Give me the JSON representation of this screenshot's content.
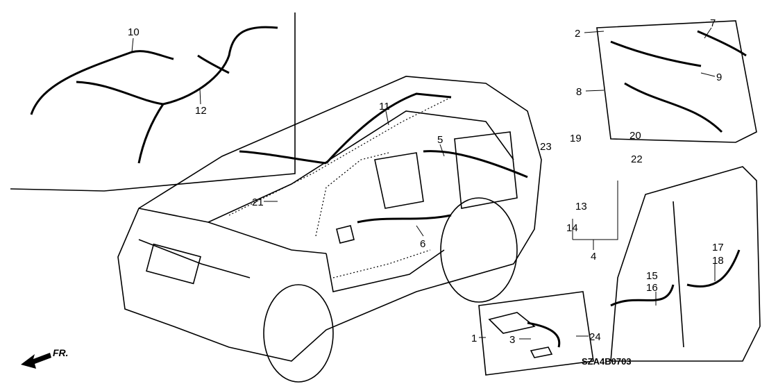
{
  "diagram": {
    "code": "SZA4B0703",
    "direction_label": "FR.",
    "part_labels": [
      {
        "id": "10",
        "text": "10"
      },
      {
        "id": "12",
        "text": "12"
      },
      {
        "id": "11",
        "text": "11"
      },
      {
        "id": "5",
        "text": "5"
      },
      {
        "id": "21",
        "text": "21"
      },
      {
        "id": "6",
        "text": "6"
      },
      {
        "id": "2",
        "text": "2"
      },
      {
        "id": "7",
        "text": "7"
      },
      {
        "id": "9",
        "text": "9"
      },
      {
        "id": "8",
        "text": "8"
      },
      {
        "id": "23",
        "text": "23"
      },
      {
        "id": "19",
        "text": "19"
      },
      {
        "id": "20",
        "text": "20"
      },
      {
        "id": "22",
        "text": "22"
      },
      {
        "id": "13",
        "text": "13"
      },
      {
        "id": "14",
        "text": "14"
      },
      {
        "id": "4",
        "text": "4"
      },
      {
        "id": "17",
        "text": "17"
      },
      {
        "id": "18",
        "text": "18"
      },
      {
        "id": "15",
        "text": "15"
      },
      {
        "id": "16",
        "text": "16"
      },
      {
        "id": "1",
        "text": "1"
      },
      {
        "id": "3",
        "text": "3"
      },
      {
        "id": "24",
        "text": "24"
      }
    ]
  }
}
